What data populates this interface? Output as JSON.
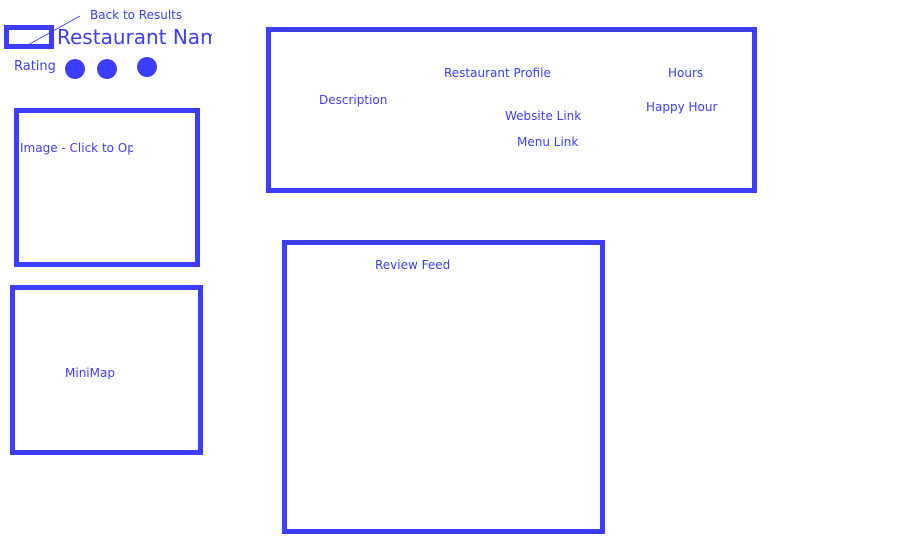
{
  "header": {
    "back_label": "Back to Results",
    "title": "Restaurant Name",
    "rating_label": "Rating"
  },
  "image_panel": {
    "label": "Image - Click to Open"
  },
  "minimap": {
    "label": "MiniMap"
  },
  "profile": {
    "title": "Restaurant Profile",
    "description": "Description",
    "website": "Website Link",
    "menu": "Menu Link",
    "hours": "Hours",
    "happy_hour": "Happy Hour"
  },
  "reviews": {
    "label": "Review Feed"
  },
  "colors": {
    "accent": "#3d3dff"
  }
}
